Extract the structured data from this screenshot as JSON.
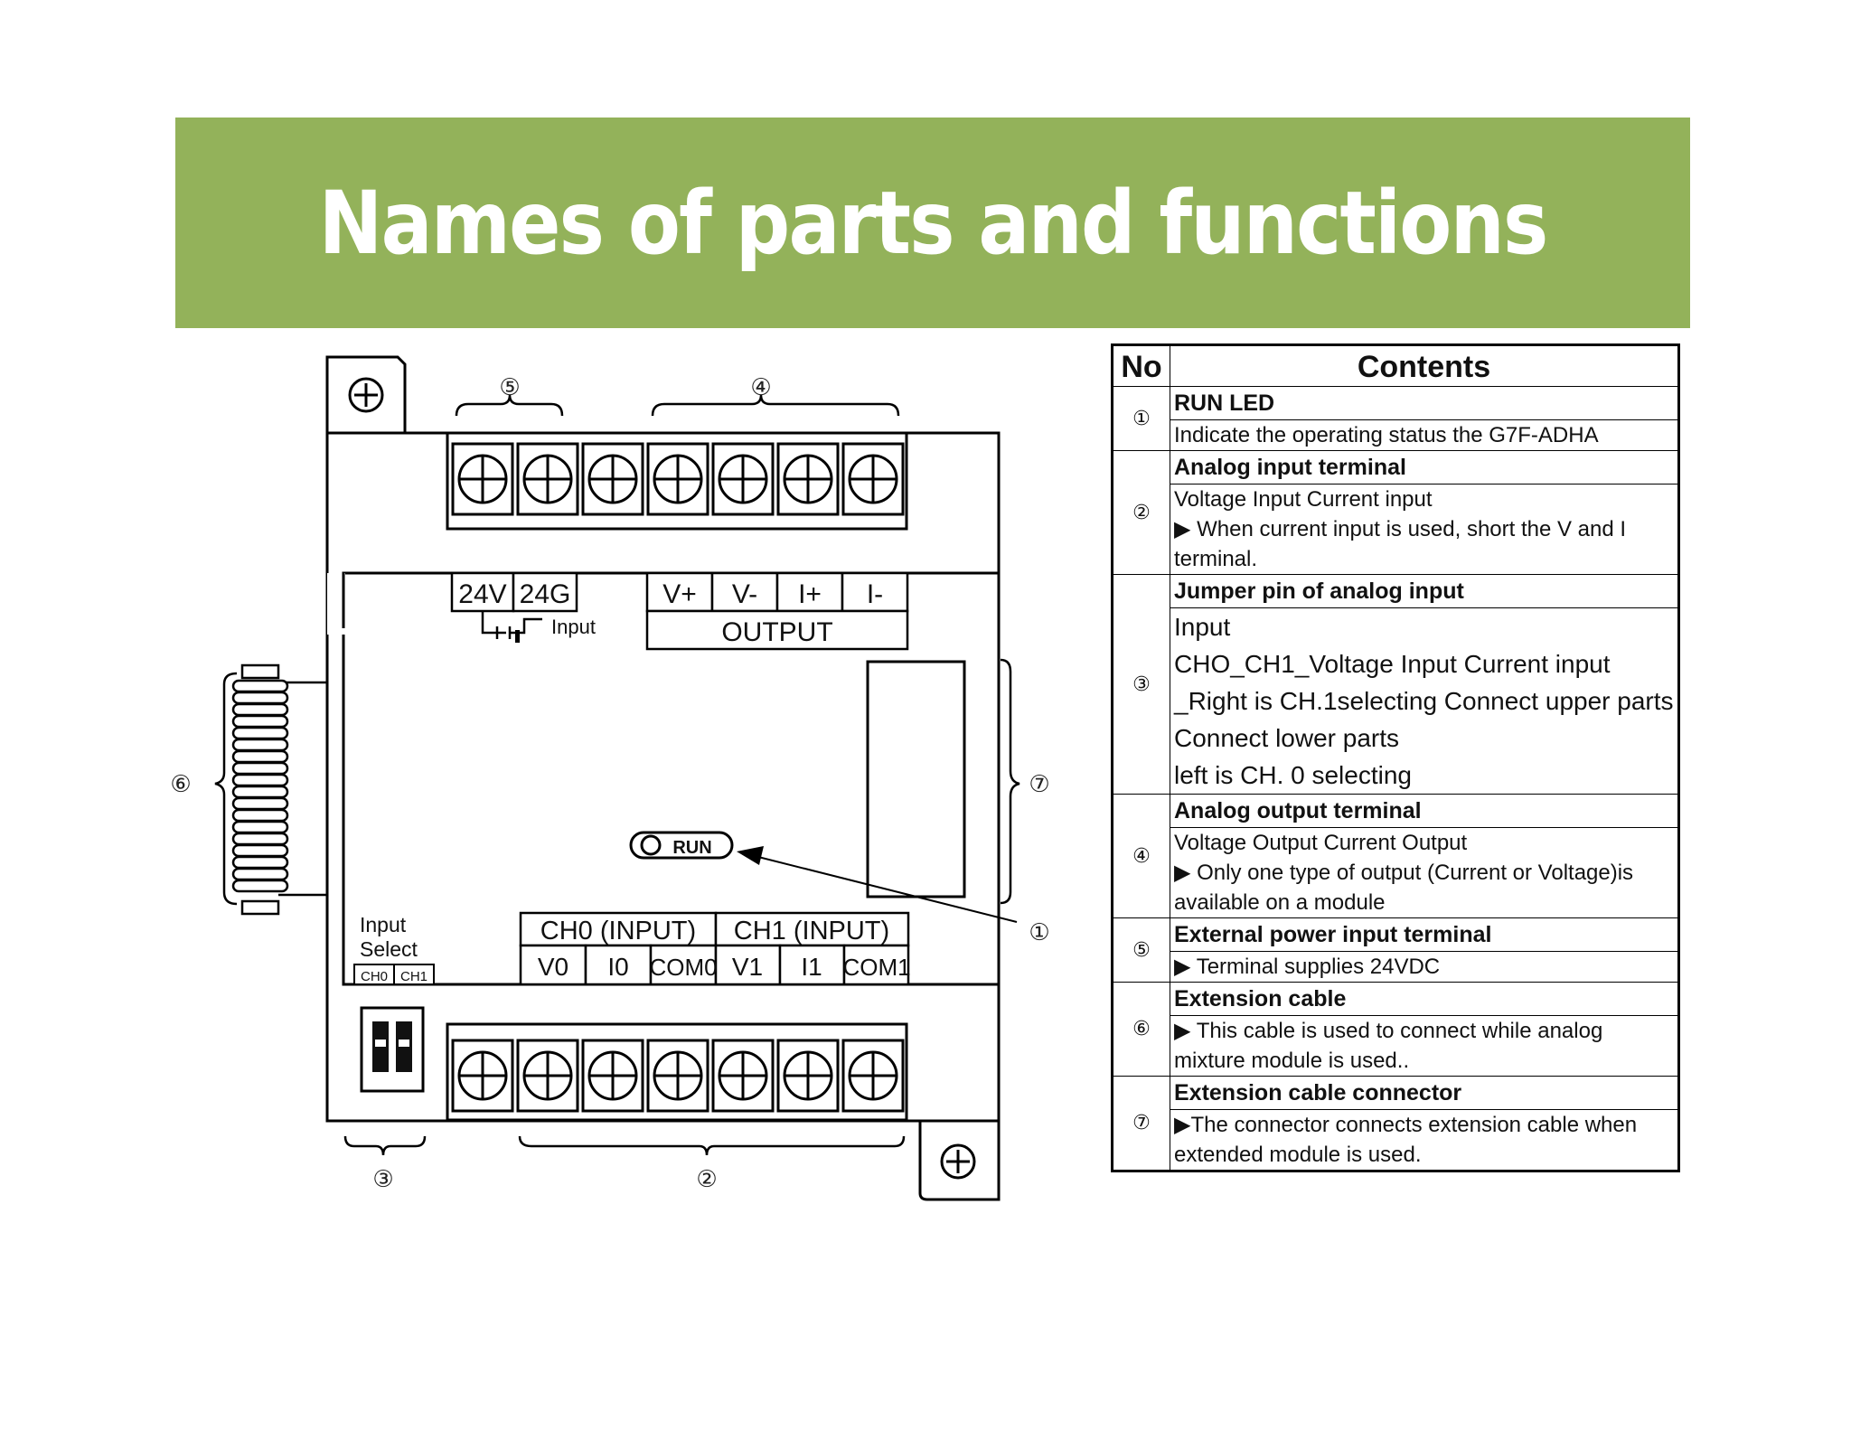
{
  "page": {
    "title": "Names of parts and functions"
  },
  "diagram": {
    "power_labels": [
      "24V",
      "24G"
    ],
    "power_caption": "Input",
    "output_labels": [
      "V+",
      "V-",
      "I+",
      "I-"
    ],
    "output_caption": "OUTPUT",
    "run_label": "RUN",
    "input_channels": [
      "CH0 (INPUT)",
      "CH1 (INPUT)"
    ],
    "input_terminals": [
      "V0",
      "I0",
      "COM0",
      "V1",
      "I1",
      "COM1"
    ],
    "input_select_label": [
      "Input",
      "Select"
    ],
    "input_select_channels": [
      "CH0",
      "CH1"
    ],
    "callouts": [
      "①",
      "②",
      "③",
      "④",
      "⑤",
      "⑥",
      "⑦"
    ]
  },
  "table": {
    "headers": {
      "no": "No",
      "contents": "Contents"
    },
    "rows": [
      {
        "no": "①",
        "title": "RUN LED",
        "lines": [
          "Indicate the operating status the G7F-ADHA"
        ]
      },
      {
        "no": "②",
        "title": "Analog input terminal",
        "lines": [
          "Voltage Input Current input",
          "▶ When current input is used, short the V and I",
          "terminal."
        ]
      },
      {
        "no": "③",
        "title": "Jumper pin of analog input",
        "lines": [
          "Input",
          "CHO_CH1_Voltage Input Current input",
          "_Right is CH.1selecting Connect upper parts",
          "Connect lower parts",
          "left is CH. 0 selecting"
        ]
      },
      {
        "no": "④",
        "title": "Analog output terminal",
        "lines": [
          "Voltage Output Current Output",
          "▶ Only one type of output (Current or Voltage)is",
          "available on a module"
        ]
      },
      {
        "no": "⑤",
        "title": "External power input terminal",
        "lines": [
          "▶ Terminal supplies 24VDC"
        ]
      },
      {
        "no": "⑥",
        "title": "Extension cable",
        "lines": [
          "▶ This cable is used to connect while analog",
          "mixture module is used.."
        ]
      },
      {
        "no": "⑦",
        "title": "Extension cable connector",
        "lines": [
          "▶The connector connects extension cable when",
          "extended module is used."
        ]
      }
    ]
  }
}
